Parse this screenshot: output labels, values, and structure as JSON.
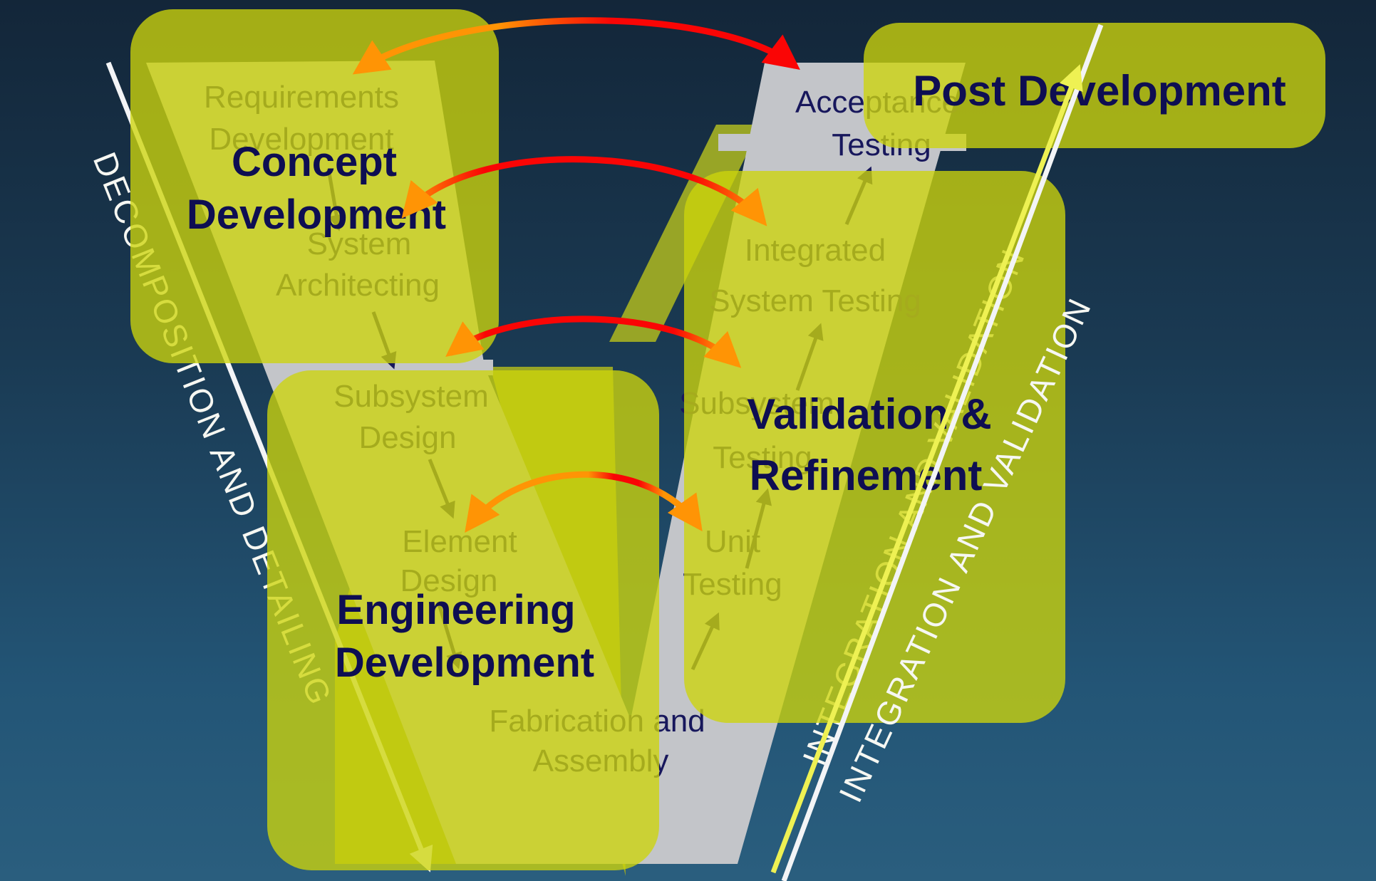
{
  "diagram_type": "v-model-systems-engineering",
  "phases": {
    "concept": {
      "line1": "Concept",
      "line2": "Development"
    },
    "engineering": {
      "line1": "Engineering",
      "line2": "Development"
    },
    "validation": {
      "line1": "Validation &",
      "line2": "Refinement"
    },
    "post": {
      "label": "Post Development"
    }
  },
  "steps": {
    "requirements": {
      "line1": "Requirements",
      "line2": "Development"
    },
    "system_architecting": {
      "line1": "System",
      "line2": "Architecting"
    },
    "subsystem_design": {
      "line1": "Subsystem",
      "line2": "Design"
    },
    "element_design": {
      "line1": "Element",
      "line2": "Design"
    },
    "fabrication_assembly": {
      "line1": "Fabrication and",
      "line2": "Assembly"
    },
    "unit_testing": {
      "line1": "Unit",
      "line2": "Testing"
    },
    "subsystem_testing": {
      "line1": "Subsystem",
      "line2": "Testing"
    },
    "integrated_system_testing": {
      "line1": "Integrated",
      "line2": "System Testing"
    },
    "acceptance_testing": {
      "line1": "Acceptance",
      "line2": "Testing"
    }
  },
  "side_labels": {
    "left": "DECOMPOSITION AND DETAILING",
    "right_inner": "INTEGRATION AND VALIDATION",
    "right_outer": "INTEGRATION AND VALIDATION"
  },
  "colors": {
    "background_top": "#132639",
    "background_bottom": "#2a5e7e",
    "v_gray": "#c3c5c9",
    "v_shadow_olive": "#98a526",
    "phase_box_fill": "#cdd50c",
    "phase_box_opacity": "0.78",
    "title_navy": "#0e0e52",
    "label_navy": "#17175c",
    "arc_red": "#fa0505",
    "arc_orange": "#ff9405",
    "line_white": "#f3f4f6",
    "line_yellow": "#eef153"
  }
}
